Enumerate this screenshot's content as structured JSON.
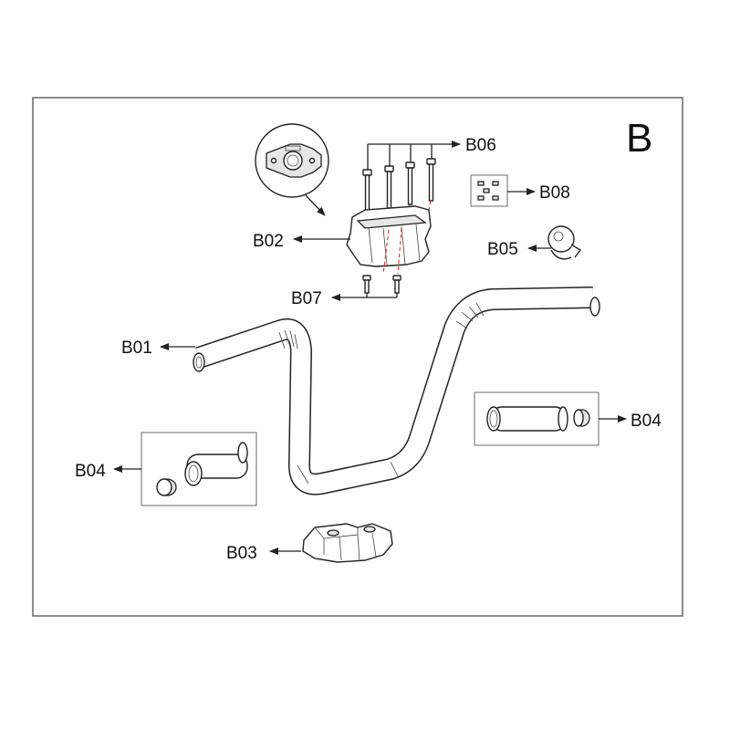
{
  "section_letter": "B",
  "labels": {
    "b01": "B01",
    "b02": "B02",
    "b03": "B03",
    "b04_left": "B04",
    "b04_right": "B04",
    "b05": "B05",
    "b06": "B06",
    "b07": "B07",
    "b08": "B08"
  },
  "colors": {
    "line": "#222222",
    "guide": "#dd2222",
    "frame": "#666666"
  }
}
